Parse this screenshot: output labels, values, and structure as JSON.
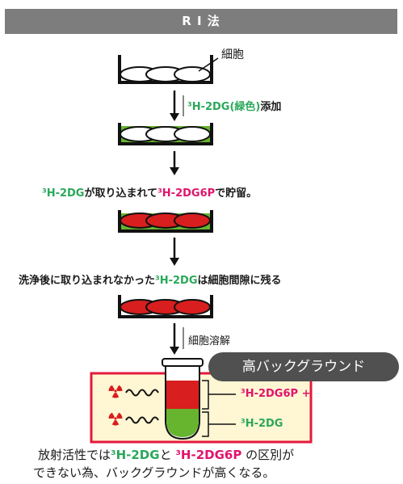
{
  "header": {
    "title": "R I 法"
  },
  "labels": {
    "cells": "細胞",
    "add": {
      "tracer": "³H-2DG(緑色)",
      "rest": "添加"
    },
    "uptake": {
      "tracer": "³H-2DG",
      "mid": "が取り込まれて",
      "product": "³H-2DG6P",
      "tail": "で貯留。"
    },
    "wash": {
      "lead": "洗浄後に取り込まれなかった",
      "tracer": "³H-2DG",
      "tail": "は細胞間隙に残る"
    },
    "lysis": "細胞溶解"
  },
  "tube": {
    "badge": "高バックグラウンド",
    "label_product": "³H-2DG6P +",
    "label_tracer": "³H-2DG"
  },
  "conclusion": {
    "line1": {
      "lead": "放射活性では",
      "tracer": "³H-2DG",
      "mid": "と ",
      "product": "³H-2DG6P",
      "tail": " の区別が"
    },
    "line2": "できない為、バックグラウンドが高くなる。"
  },
  "colors": {
    "header_bg": "#7d7d7d",
    "medium_green": "#67b42f",
    "cell_red": "#d81e1e",
    "tracer_green": "#2ba85a",
    "product_magenta": "#e0146c",
    "box_border": "#e5193c",
    "box_fill": "#fff6d3",
    "badge_bg": "#505050"
  }
}
